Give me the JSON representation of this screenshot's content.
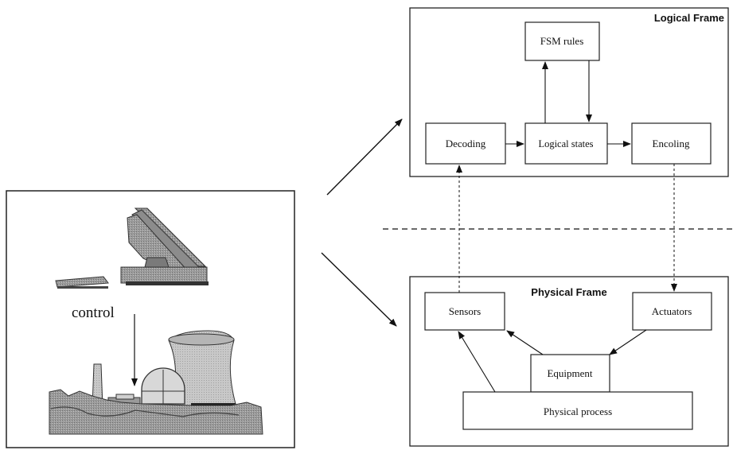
{
  "left_panel": {
    "control_label": "control"
  },
  "logical_frame": {
    "title": "Logical Frame",
    "fsm_rules": "FSM rules",
    "decoding": "Decoding",
    "logical_states": "Logical states",
    "encoling": "Encoling"
  },
  "physical_frame": {
    "title": "Physical Frame",
    "sensors": "Sensors",
    "actuators": "Actuators",
    "equipment": "Equipment",
    "physical_process": "Physical process"
  }
}
